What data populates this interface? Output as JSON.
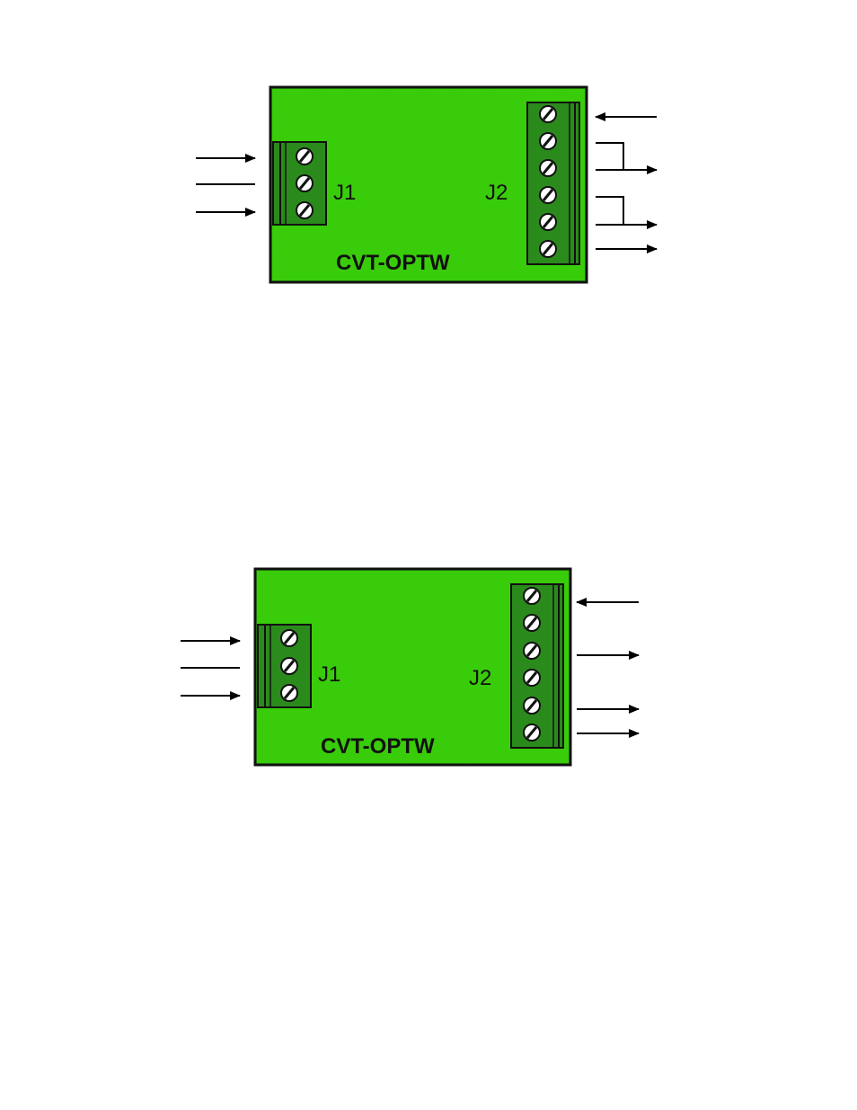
{
  "colors": {
    "board": "#39cc0a",
    "connector": "#2b8a1c",
    "outline": "#111111",
    "line": "#000000"
  },
  "boards": [
    {
      "model_label": "CVT-OPTW",
      "j1_label": "J1",
      "j2_label": "J2",
      "j1_screw_count": 3,
      "j2_screw_count": 6,
      "right_wiring": "jumpered"
    },
    {
      "model_label": "CVT-OPTW",
      "j1_label": "J1",
      "j2_label": "J2",
      "j1_screw_count": 3,
      "j2_screw_count": 6,
      "right_wiring": "direct"
    }
  ]
}
